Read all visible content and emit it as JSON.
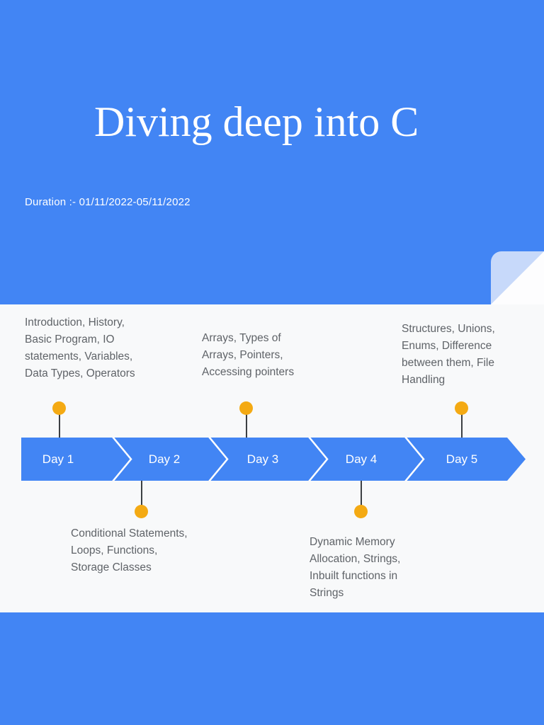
{
  "slide": {
    "title": "Diving deep into C",
    "duration": "Duration :- 01/11/2022-05/11/2022"
  },
  "timeline": {
    "days": [
      {
        "label": "Day 1",
        "position": "above",
        "description": "Introduction, History,\nBasic Program, IO\nstatements, Variables,\nData Types, Operators"
      },
      {
        "label": "Day 2",
        "position": "below",
        "description": "Conditional Statements,\nLoops, Functions,\nStorage Classes"
      },
      {
        "label": "Day 3",
        "position": "above",
        "description": "Arrays, Types of\nArrays, Pointers,\nAccessing pointers"
      },
      {
        "label": "Day 4",
        "position": "below",
        "description": "Dynamic Memory\nAllocation, Strings,\nInbuilt functions in\nStrings"
      },
      {
        "label": "Day 5",
        "position": "above",
        "description": "Structures, Unions,\nEnums, Difference\nbetween them, File\nHandling"
      }
    ]
  },
  "colors": {
    "background_blue": "#4285f4",
    "band_blue": "#4285f4",
    "fold_light_blue": "#c7d9fa",
    "section_bg": "#f8f9fa",
    "dot_yellow": "#f4aa13",
    "connector_gray": "#3c4043",
    "description_gray": "#5f6368",
    "text_white": "#ffffff"
  }
}
